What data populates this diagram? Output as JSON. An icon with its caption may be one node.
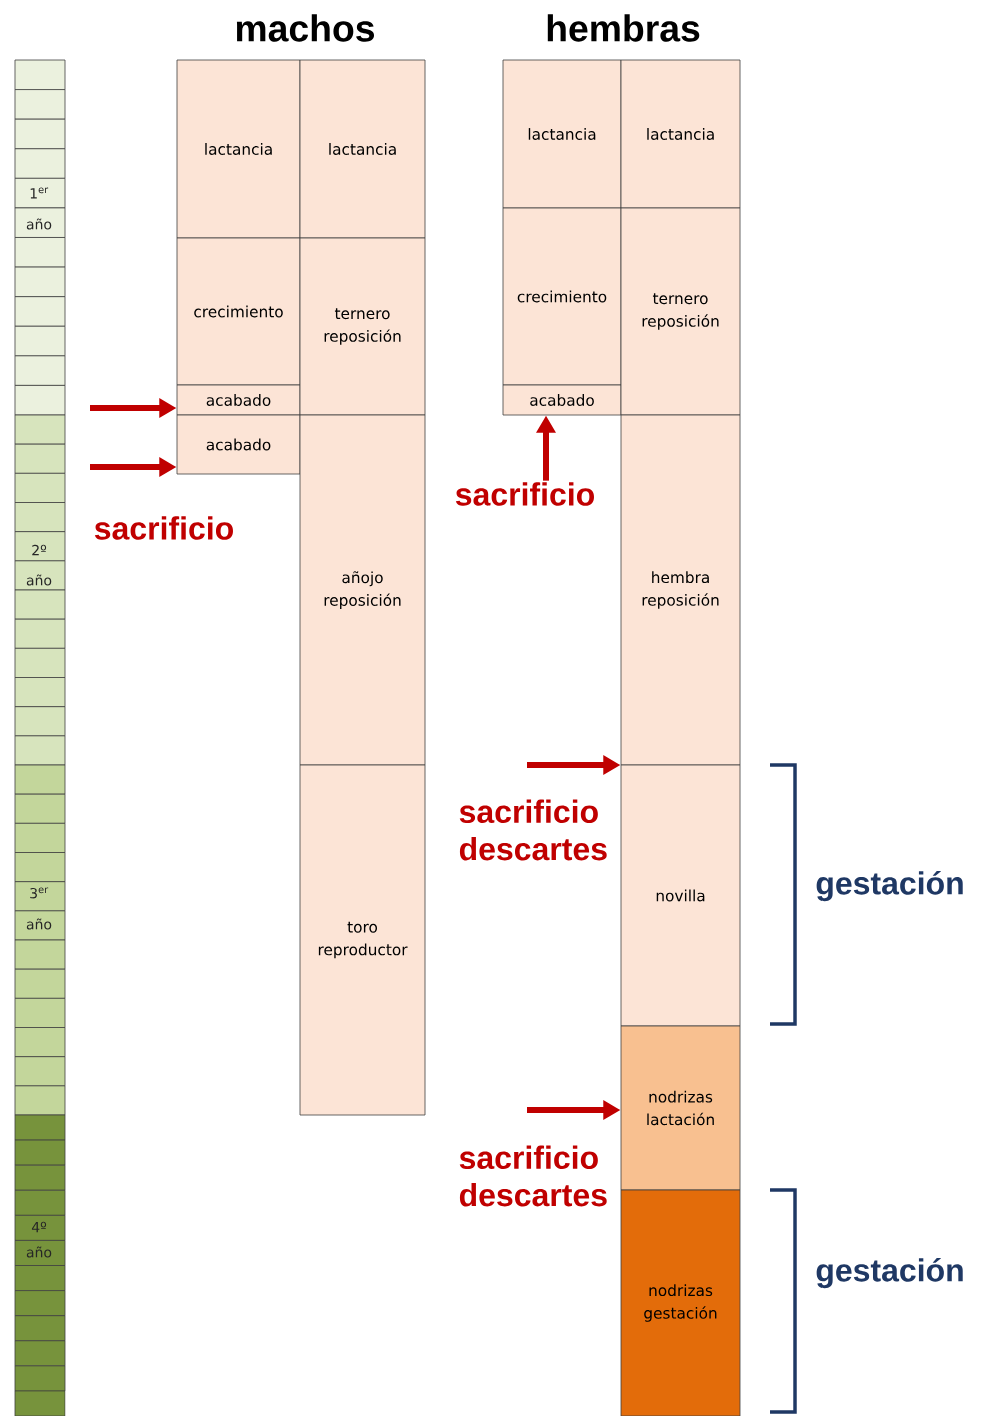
{
  "diagram": {
    "nodes": [
      {
        "text": [
          "lactancia"
        ]
      },
      {
        "text": [
          "crecimiento"
        ]
      },
      {
        "text": [
          "acabado"
        ]
      },
      {
        "text": [
          "acabado"
        ]
      },
      {
        "text": [
          "lactancia"
        ]
      },
      {
        "text": [
          "ternero reposición"
        ]
      },
      {
        "text": [
          "añojo reposición"
        ]
      },
      {
        "text": [
          "toro reproductor"
        ]
      },
      {
        "text": [
          "lactancia"
        ]
      },
      {
        "text": [
          "crecimiento"
        ]
      },
      {
        "text": [
          "acabado"
        ]
      },
      {
        "text": [
          "lactancia"
        ]
      },
      {
        "text": [
          "ternero reposición"
        ]
      },
      {
        "text": [
          "hembra reposición"
        ]
      },
      {
        "text": [
          "novilla"
        ]
      },
      {
        "text": [
          "nodrizas lactación"
        ]
      },
      {
        "text": [
          "nodrizas gestación"
        ]
      },
      {
        "text": [
          "sacrificio"
        ]
      }
    ],
    "edges": [
      {
        "from": null,
        "to": 2,
        "arrow": "to"
      },
      {
        "from": null,
        "to": 3,
        "arrow": "to"
      },
      {
        "from": 17,
        "to": 10,
        "arrow": "to"
      },
      {
        "from": null,
        "to": 14,
        "arrow": "to"
      },
      {
        "from": null,
        "to": 15,
        "arrow": "to"
      }
    ],
    "labels": [
      "machos",
      "hembras",
      "1$^{er}$",
      "año",
      "sacrificio",
      "2º",
      "año",
      "sacrificio descartes",
      "gestación",
      "3$^{er}$",
      "año",
      "sacrificio descartes",
      "gestación",
      "4º",
      "año"
    ]
  }
}
